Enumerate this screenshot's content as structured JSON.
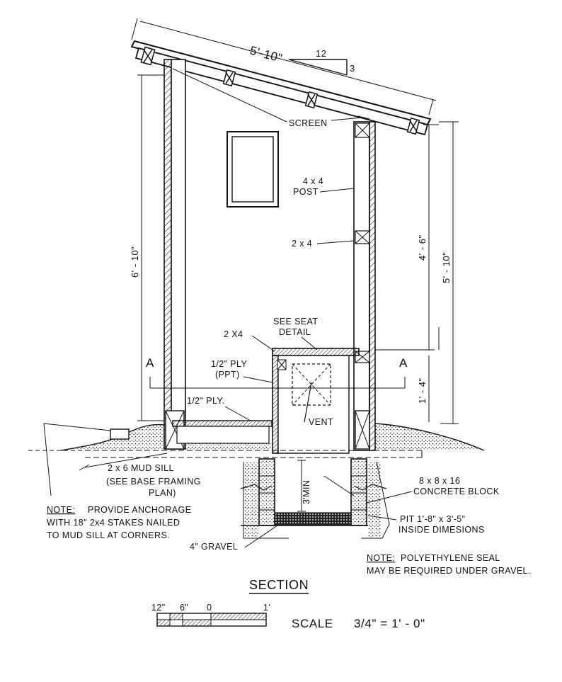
{
  "labels": {
    "roof_length": "5'-10\"",
    "slope_run": "12",
    "slope_rise": "3",
    "screen": "SCREEN",
    "post_line1": "4 x 4",
    "post_line2": "POST",
    "stud": "2 x 4",
    "height_left": "6' - 10\"",
    "height_upper": "4' - 6\"",
    "height_right": "5' - 10\"",
    "height_seat": "1' - 4\"",
    "section_mark": "A",
    "seat_detail_line1": "SEE  SEAT",
    "seat_detail_line2": "DETAIL",
    "seat_framing": "2 X4",
    "ply_ppt_line1": "1/2\" PLY",
    "ply_ppt_line2": "(PPT)",
    "ply_floor": "1/2\" PLY.",
    "vent": "VENT",
    "pit_depth": "3'MIN",
    "mud_sill_line1": "2 x 6  MUD SILL",
    "mud_sill_line2": "(SEE BASE FRAMING",
    "mud_sill_line3": "PLAN)",
    "block_line1": "8 x 8 x 16",
    "block_line2": "CONCRETE  BLOCK",
    "pit_line1": "PIT   1'-8\" x 3'-5\"",
    "pit_line2": "INSIDE DIMESIONS",
    "gravel": "4\" GRAVEL",
    "note_anchor_head": "NOTE:",
    "note_anchor_line1": "PROVIDE ANCHORAGE",
    "note_anchor_line2": "WITH 18\" 2x4 STAKES NAILED",
    "note_anchor_line3": "TO MUD SILL AT CORNERS.",
    "note_seal_head": "NOTE:",
    "note_seal_line1": "POLYETHYLENE SEAL",
    "note_seal_line2": "MAY BE REQUIRED UNDER GRAVEL.",
    "section_title": "SECTION",
    "scale_12": "12\"",
    "scale_6": "6\"",
    "scale_0": "0",
    "scale_1": "1'",
    "scale_word": "SCALE",
    "scale_value": "3/4\" = 1' - 0\""
  },
  "colors": {
    "ink": "#111111",
    "paper": "#ffffff"
  }
}
